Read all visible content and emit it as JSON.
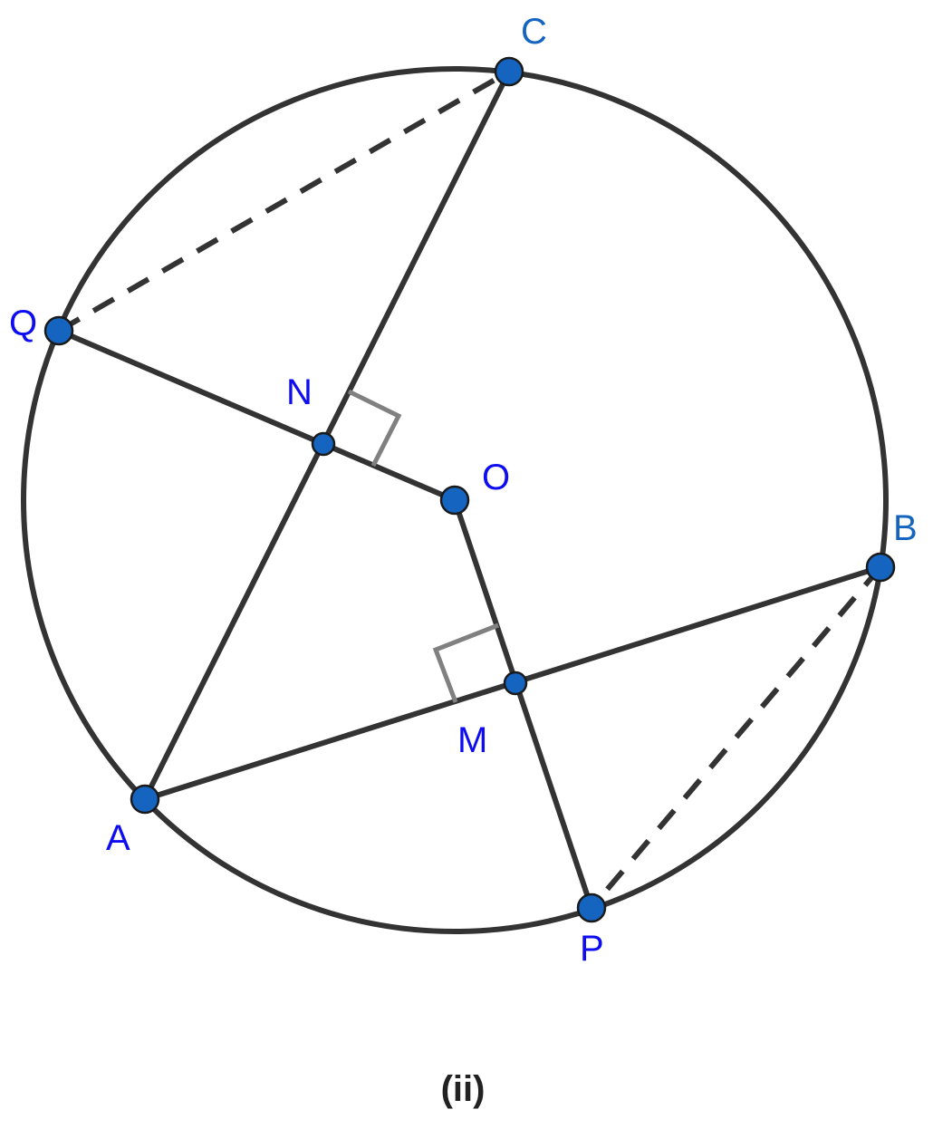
{
  "caption": "(ii)",
  "points": {
    "C": "C",
    "Q": "Q",
    "N": "N",
    "O": "O",
    "B": "B",
    "M": "M",
    "A": "A",
    "P": "P"
  },
  "colors": {
    "stroke": "#333333",
    "right_angle_mark": "#808080",
    "point_fill": "#1565c0",
    "label_blue": "#0d0df0",
    "label_steel": "#1565c0"
  }
}
